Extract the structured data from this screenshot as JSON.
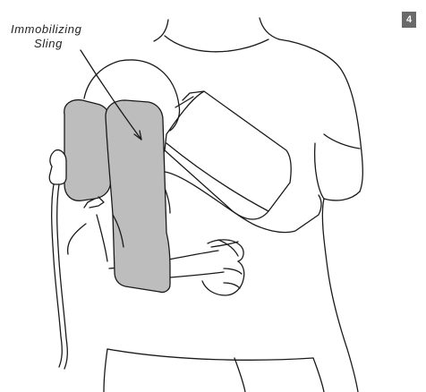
{
  "callout": {
    "line1": "Immobilizing",
    "line2": "Sling"
  },
  "page_badge": "4",
  "colors": {
    "outline": "#1a1a1a",
    "pad_fill": "#bdbdbd",
    "badge_bg": "#6a6a6a",
    "badge_text": "#ffffff",
    "background": "#ffffff"
  }
}
